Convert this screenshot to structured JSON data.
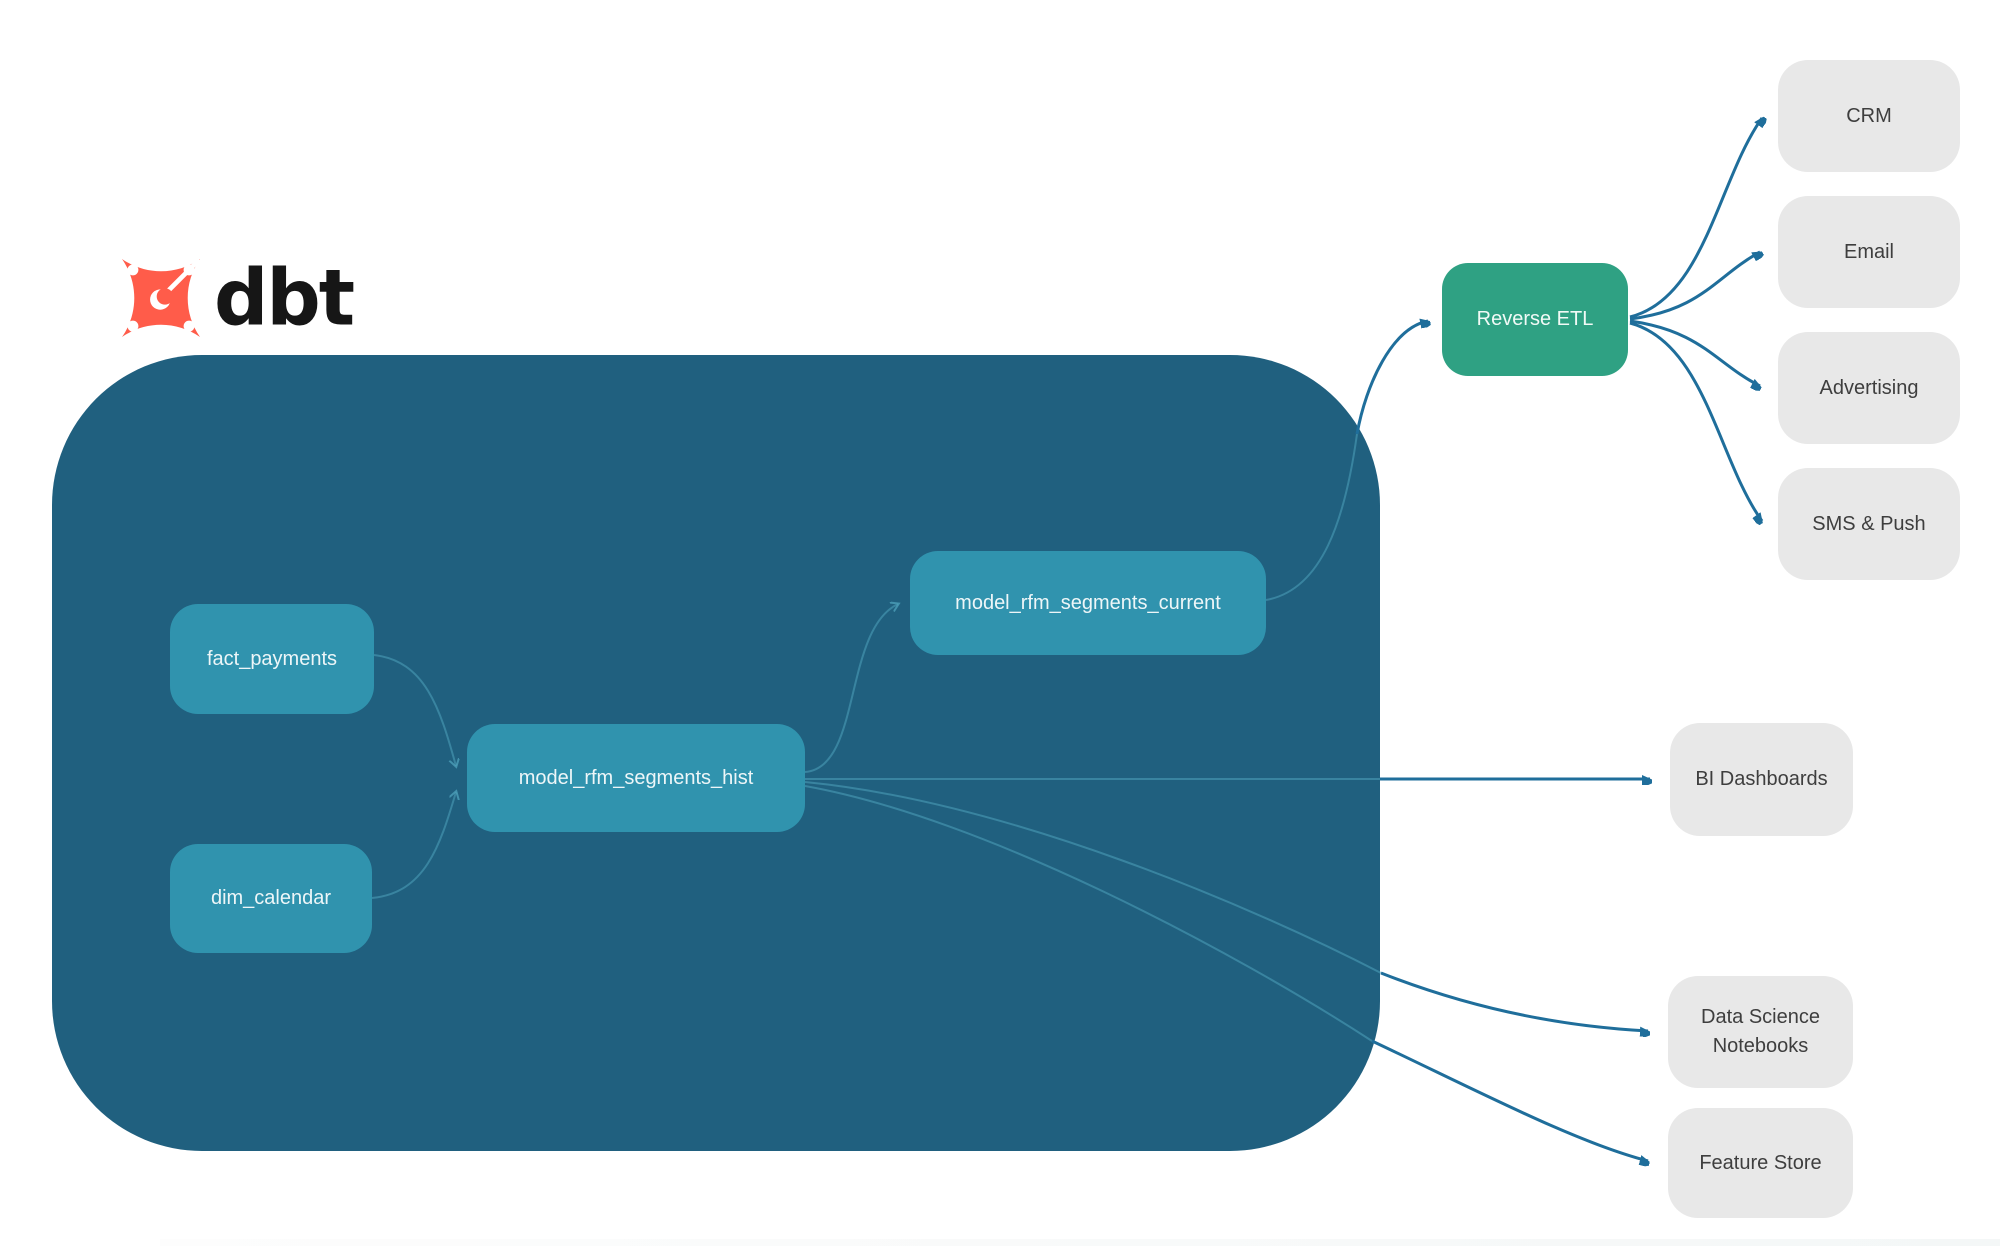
{
  "logo": {
    "text": "dbt",
    "icon": "dbt-star-icon",
    "color": "#FF5C4A"
  },
  "colors": {
    "container_bg": "#20607F",
    "model_node_bg": "#3093AE",
    "reverse_etl_bg": "#2FA183",
    "destination_bg": "#E8E8E8",
    "edge_outside": "#1F6E9B",
    "edge_inside": "#4FA3BC",
    "logo_orange": "#FF5C4A",
    "canvas_bg": "#FFFFFF"
  },
  "nodes": {
    "fact_payments": {
      "label": "fact_payments"
    },
    "dim_calendar": {
      "label": "dim_calendar"
    },
    "model_rfm_segments_hist": {
      "label": "model_rfm_segments_hist"
    },
    "model_rfm_segments_current": {
      "label": "model_rfm_segments_current"
    },
    "reverse_etl": {
      "label": "Reverse ETL"
    },
    "crm": {
      "label": "CRM"
    },
    "email": {
      "label": "Email"
    },
    "advertising": {
      "label": "Advertising"
    },
    "sms_push": {
      "label": "SMS & Push"
    },
    "bi_dashboards": {
      "label": "BI Dashboards"
    },
    "data_science_notebooks": {
      "label": "Data Science Notebooks"
    },
    "feature_store": {
      "label": "Feature Store"
    }
  },
  "edges": [
    {
      "from": "fact_payments",
      "to": "model_rfm_segments_hist"
    },
    {
      "from": "dim_calendar",
      "to": "model_rfm_segments_hist"
    },
    {
      "from": "model_rfm_segments_hist",
      "to": "model_rfm_segments_current"
    },
    {
      "from": "model_rfm_segments_hist",
      "to": "bi_dashboards"
    },
    {
      "from": "model_rfm_segments_hist",
      "to": "data_science_notebooks"
    },
    {
      "from": "model_rfm_segments_hist",
      "to": "feature_store"
    },
    {
      "from": "model_rfm_segments_current",
      "to": "reverse_etl"
    },
    {
      "from": "reverse_etl",
      "to": "crm"
    },
    {
      "from": "reverse_etl",
      "to": "email"
    },
    {
      "from": "reverse_etl",
      "to": "advertising"
    },
    {
      "from": "reverse_etl",
      "to": "sms_push"
    }
  ]
}
